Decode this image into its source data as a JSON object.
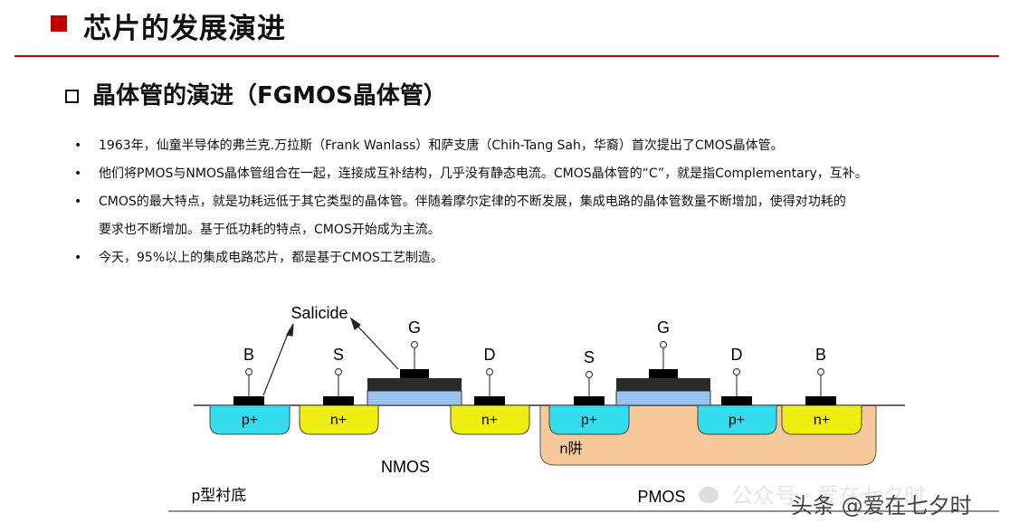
{
  "header": {
    "title": "芯片的发展演进"
  },
  "section": {
    "subtitle": "晶体管的演进（FGMOS晶体管）"
  },
  "bullets": [
    "1963年，仙童半导体的弗兰克.万拉斯（Frank Wanlass）和萨支唐（Chih-Tang Sah，华裔）首次提出了CMOS晶体管。",
    "他们将PMOS与NMOS晶体管组合在一起，连接成互补结构，几乎没有静态电流。CMOS晶体管的“C”，就是指Complementary，互补。",
    "CMOS的最大特点，就是功耗远低于其它类型的晶体管。伴随着摩尔定律的不断发展，集成电路的晶体管数量不断增加，使得对功耗的",
    "要求也不断增加。基于低功耗的特点，CMOS开始成为主流。",
    "今天，95%以上的集成电路芯片，都是基于CMOS工艺制造。"
  ],
  "diagram": {
    "salicide_label": "Salicide",
    "terminals": [
      "B",
      "S",
      "G",
      "D",
      "S",
      "G",
      "D",
      "B"
    ],
    "regions": [
      "p+",
      "n+",
      "n+",
      "p+",
      "p+",
      "n+"
    ],
    "nwell_label": "n阱",
    "nmos_label": "NMOS",
    "pmos_label": "PMOS",
    "substrate_label": "p型衬底",
    "colors": {
      "p_region": "#33ddee",
      "n_region": "#eeee11",
      "gate_oxide": "#99c4f0",
      "nwell": "#f7c99a",
      "contact": "#000000"
    }
  },
  "watermark": {
    "faint": "公众号 · 爱在七夕时",
    "overlay": "头条 @爱在七夕时"
  }
}
